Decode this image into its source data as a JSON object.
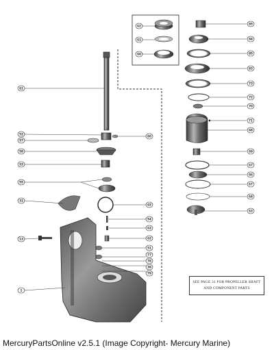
{
  "caption": "MercuryPartsOnline v2.5.1 (Image Copyright- Mercury Marine)",
  "note": {
    "line1": "SEE PAGE 31 FOR PROPELLER SHAFT",
    "line2": "AND COMPONENT PARTS"
  },
  "callouts": {
    "left": [
      {
        "id": "c-l1",
        "label": "61"
      },
      {
        "id": "c-l2",
        "label": "52"
      },
      {
        "id": "c-l3",
        "label": "57"
      },
      {
        "id": "c-l4",
        "label": "58"
      },
      {
        "id": "c-l5",
        "label": "53"
      },
      {
        "id": "c-l6",
        "label": "55"
      },
      {
        "id": "c-l7",
        "label": "31"
      },
      {
        "id": "c-l8",
        "label": "13"
      },
      {
        "id": "c-l9",
        "label": "1"
      }
    ],
    "center": [
      {
        "id": "c-c1",
        "label": "60"
      },
      {
        "id": "c-c2",
        "label": "65"
      },
      {
        "id": "c-c3",
        "label": "54"
      },
      {
        "id": "c-c4",
        "label": "63"
      },
      {
        "id": "c-c5",
        "label": "62"
      },
      {
        "id": "c-c6",
        "label": "51"
      },
      {
        "id": "c-c7",
        "label": "77"
      },
      {
        "id": "c-c8",
        "label": "78"
      },
      {
        "id": "c-c9",
        "label": "39"
      },
      {
        "id": "c-c10",
        "label": "79"
      }
    ],
    "inset": [
      {
        "id": "c-i1",
        "label": "62"
      },
      {
        "id": "c-i2",
        "label": "61"
      },
      {
        "id": "c-i3",
        "label": "60"
      }
    ],
    "right": [
      {
        "id": "c-r1",
        "label": "85"
      },
      {
        "id": "c-r2",
        "label": "84"
      },
      {
        "id": "c-r3",
        "label": "85"
      },
      {
        "id": "c-r4",
        "label": "83"
      },
      {
        "id": "c-r5",
        "label": "73"
      },
      {
        "id": "c-r6",
        "label": "72"
      },
      {
        "id": "c-r7",
        "label": "70"
      },
      {
        "id": "c-r8",
        "label": "71"
      },
      {
        "id": "c-r9",
        "label": "68"
      },
      {
        "id": "c-r10",
        "label": "69"
      },
      {
        "id": "c-r11",
        "label": "67"
      },
      {
        "id": "c-r12",
        "label": "66"
      },
      {
        "id": "c-r13",
        "label": "67"
      },
      {
        "id": "c-r14",
        "label": "64"
      },
      {
        "id": "c-r15",
        "label": "63"
      }
    ]
  },
  "colors": {
    "ink": "#222222",
    "part_dark": "#4a4a4a",
    "part_mid": "#8a8a8a",
    "part_light": "#c8c8c8",
    "paper": "#ffffff"
  }
}
